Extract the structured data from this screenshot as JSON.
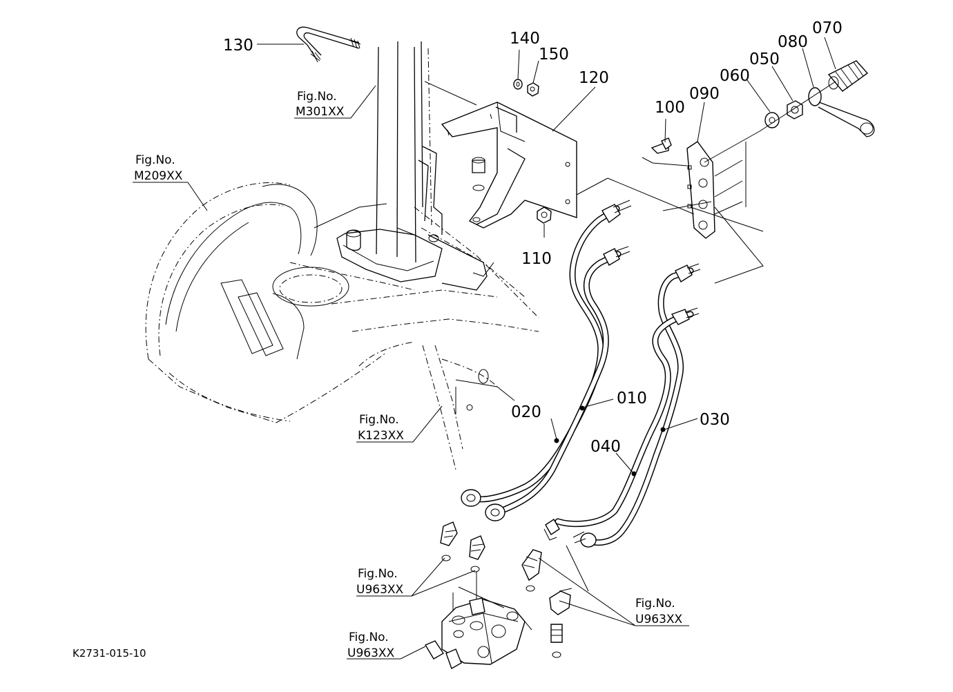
{
  "diagram_code": "K2731-015-10",
  "part_labels": {
    "p010": "010",
    "p020": "020",
    "p030": "030",
    "p040": "040",
    "p050": "050",
    "p060": "060",
    "p070": "070",
    "p080": "080",
    "p090": "090",
    "p100": "100",
    "p110": "110",
    "p120": "120",
    "p130": "130",
    "p140": "140",
    "p150": "150"
  },
  "figure_refs": [
    {
      "title": "Fig.No.",
      "code": "M301XX"
    },
    {
      "title": "Fig.No.",
      "code": "M209XX"
    },
    {
      "title": "Fig.No.",
      "code": "K123XX"
    },
    {
      "title": "Fig.No.",
      "code": "U963XX"
    },
    {
      "title": "Fig.No.",
      "code": "U963XX"
    },
    {
      "title": "Fig.No.",
      "code": "U963XX"
    }
  ]
}
